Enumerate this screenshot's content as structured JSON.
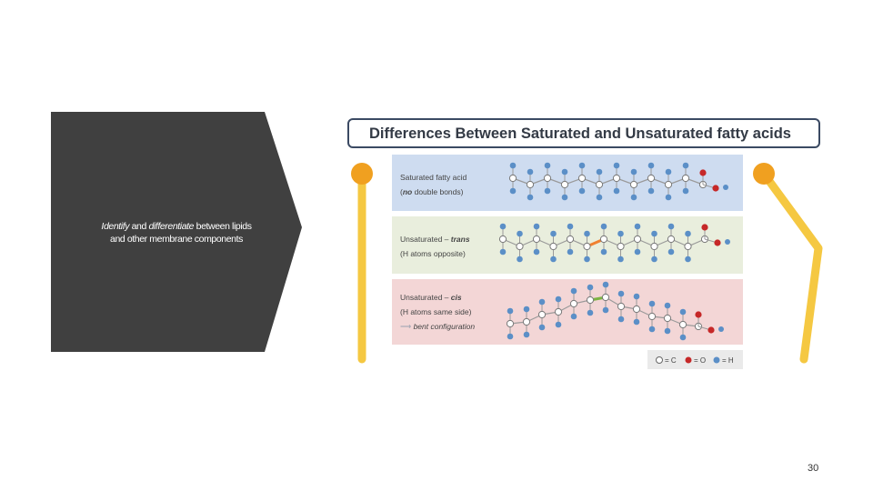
{
  "slide": {
    "side_text": {
      "word1": "Identify",
      "and1": " and ",
      "word2": "differentiate",
      "rest_line1": " between lipids",
      "line2": "and other membrane components"
    },
    "page_number": "30"
  },
  "figure": {
    "title": "Differences Between Saturated and Unsaturated fatty acids",
    "rows": [
      {
        "label_line1": "Saturated fatty acid",
        "label_line2_open": "(",
        "label_line2_bold": "no",
        "label_line2_rest": " double bonds)"
      },
      {
        "label_line1_prefix": "Unsaturated – ",
        "label_line1_bold": "trans",
        "label_line2": "(H atoms opposite)"
      },
      {
        "label_line1_prefix": "Unsaturated – ",
        "label_line1_bold": "cis",
        "label_line2": "(H atoms same side)",
        "label_line3": "bent configuration"
      }
    ],
    "legend": {
      "c": "= C",
      "o": "= O",
      "h": "= H"
    }
  },
  "colors": {
    "panel": "#404040",
    "bar": "#f5c842",
    "knob": "#f0a020",
    "carbon": "#ffffff",
    "oxygen": "#c62828",
    "hydrogen": "#5b8fc7",
    "double_bond_trans": "#f08030",
    "double_bond_cis": "#7cb342"
  }
}
